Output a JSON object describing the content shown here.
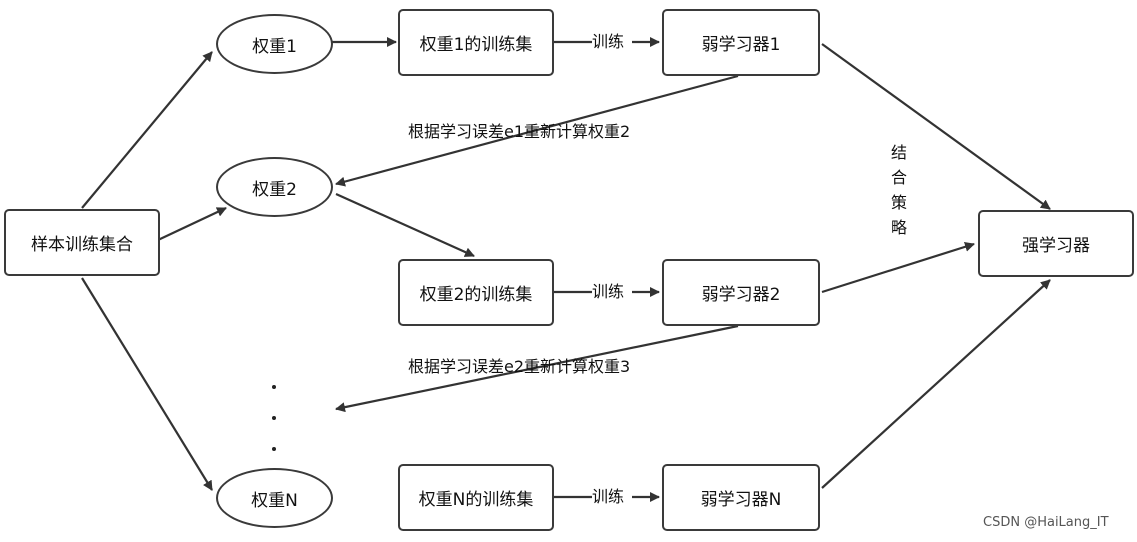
{
  "nodes": {
    "sample_set": "样本训练集合",
    "weight_1": "权重1",
    "weight_2": "权重2",
    "weight_n": "权重N",
    "train_set_1": "权重1的训练集",
    "train_set_2": "权重2的训练集",
    "train_set_n": "权重N的训练集",
    "weak_learner_1": "弱学习器1",
    "weak_learner_2": "弱学习器2",
    "weak_learner_n": "弱学习器N",
    "strong_learner": "强学习器"
  },
  "edge_labels": {
    "train_1": "训练",
    "train_2": "训练",
    "train_n": "训练",
    "recompute_1": "根据学习误差e1重新计算权重2",
    "recompute_2": "根据学习误差e2重新计算权重3",
    "combine": [
      "结",
      "合",
      "策",
      "略"
    ]
  },
  "watermark": "CSDN @HaiLang_IT"
}
